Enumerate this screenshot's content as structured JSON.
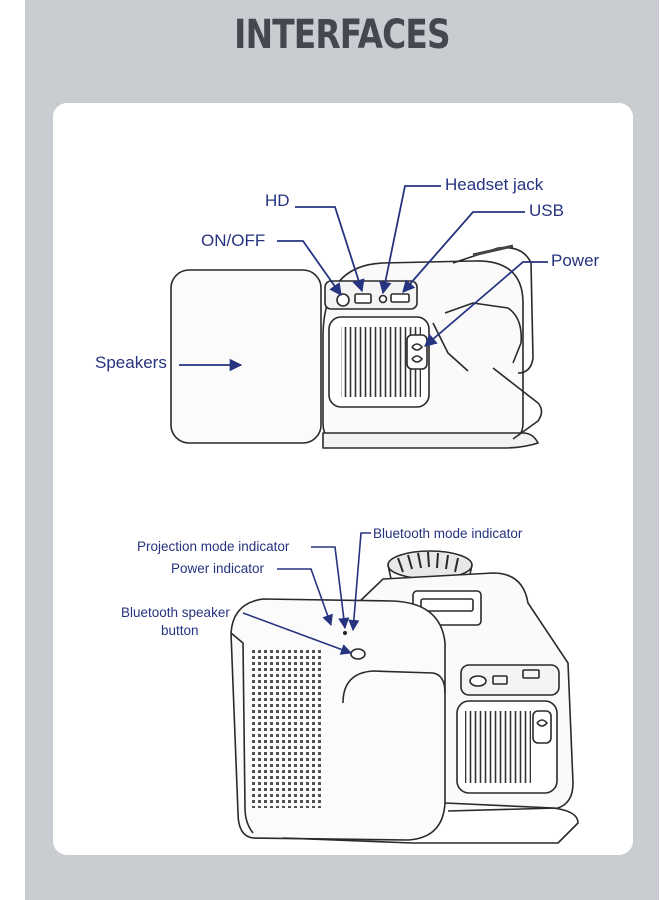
{
  "title": "INTERFACES",
  "colors": {
    "frame": "#c9ccd1",
    "label": "#26337f",
    "title": "#424750",
    "line": "#2a2a2a"
  },
  "top_diagram": {
    "labels": {
      "hd": "HD",
      "headset_jack": "Headset jack",
      "usb": "USB",
      "on_off": "ON/OFF",
      "power": "Power",
      "speakers": "Speakers"
    }
  },
  "bottom_diagram": {
    "labels": {
      "projection_mode_indicator": "Projection mode indicator",
      "bluetooth_mode_indicator": "Bluetooth mode indicator",
      "power_indicator": "Power indicator",
      "bluetooth_speaker_button_line1": "Bluetooth speaker",
      "bluetooth_speaker_button_line2": "button"
    }
  }
}
